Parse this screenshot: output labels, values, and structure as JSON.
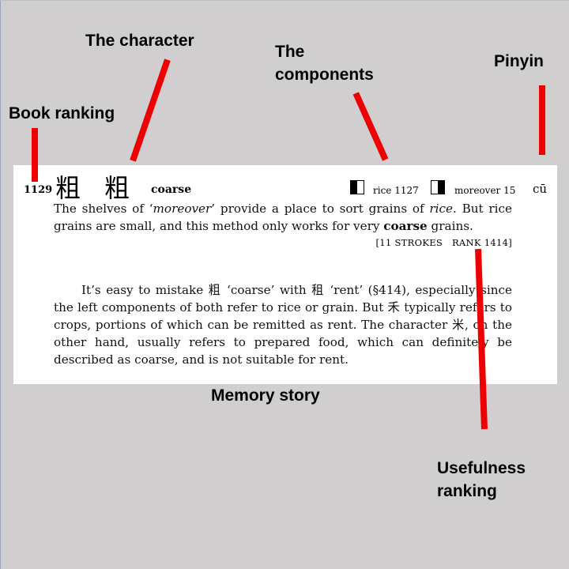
{
  "callouts": {
    "character": "The character",
    "components_line1": "The",
    "components_line2": "components",
    "pinyin": "Pinyin",
    "book_ranking": "Book ranking",
    "memory_story": "Memory story",
    "usefulness_line1": "Usefulness",
    "usefulness_line2": "ranking"
  },
  "entry": {
    "number": "1129",
    "glyph_1": "粗",
    "glyph_2": "粗",
    "keyword": "coarse",
    "components": [
      {
        "name": "rice",
        "number": "1127",
        "icon": "left-half-filled-square-icon"
      },
      {
        "name": "moreover",
        "number": "15",
        "icon": "right-half-filled-square-icon"
      }
    ],
    "pinyin": "cū",
    "story": {
      "part1": "The shelves of ‘",
      "em1": "moreover",
      "part2": "’ provide a place to sort grains of ",
      "em2": "rice",
      "part3": ". But rice grains are small, and this method only works for very ",
      "bold": "coarse",
      "part4": " grains."
    },
    "strokes": "[11 STROKES",
    "rank": "RANK 1414]",
    "note": "It’s easy to mistake 粗 ‘coarse’ with 租 ‘rent’ (§414), especially since the left components of both refer to rice or grain. But 禾 typically refers to crops, portions of which can be remitted as rent. The character 米, on the other hand, usually refers to prepared food, which can definitely be described as coarse, and is not suitable for rent."
  },
  "colors": {
    "background": "#d0cecf",
    "panel": "#ffffff",
    "pointer": "#ee0000"
  }
}
